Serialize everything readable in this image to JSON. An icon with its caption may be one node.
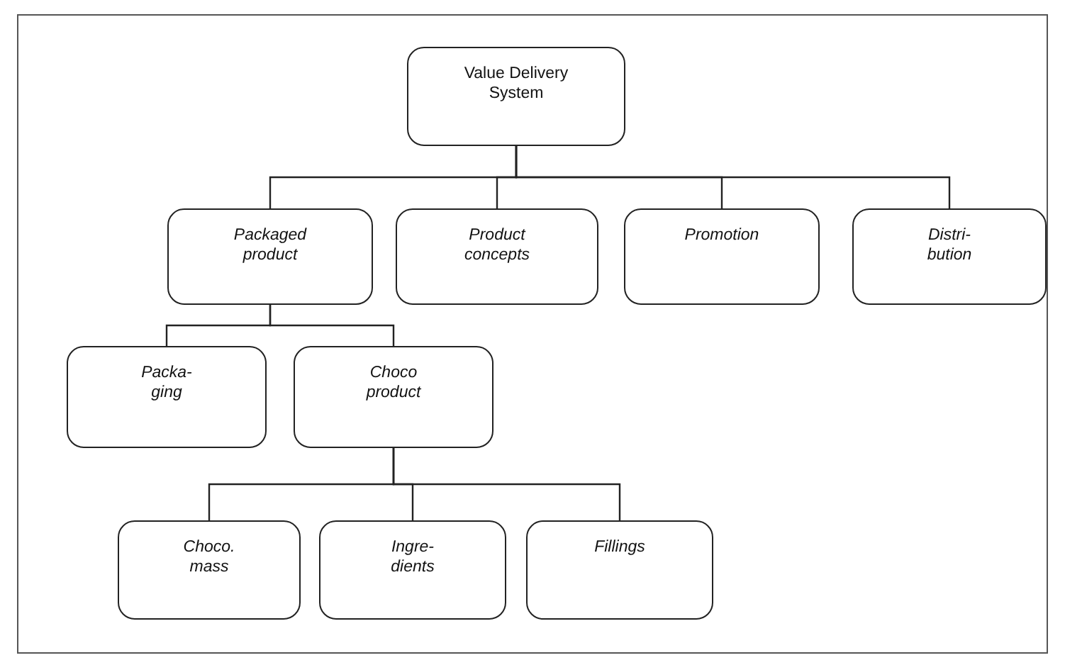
{
  "diagram": {
    "nodes": [
      {
        "text": [
          "Value Delivery System"
        ]
      },
      {
        "text": [
          "Packaged product"
        ]
      },
      {
        "text": [
          "Product concepts"
        ]
      },
      {
        "text": [
          "Promotion"
        ]
      },
      {
        "text": [
          "Distri- bution"
        ]
      },
      {
        "text": [
          "Packa- ging"
        ]
      },
      {
        "text": [
          "Choco product"
        ]
      },
      {
        "text": [
          "Choco. mass"
        ]
      },
      {
        "text": [
          "Ingre- dients"
        ]
      },
      {
        "text": [
          "Fillings"
        ]
      }
    ],
    "edges": [
      {
        "from": 0,
        "to": 1,
        "arrow": "none"
      },
      {
        "from": 0,
        "to": 2,
        "arrow": "none"
      },
      {
        "from": 0,
        "to": 3,
        "arrow": "none"
      },
      {
        "from": 0,
        "to": 4,
        "arrow": "none"
      },
      {
        "from": 1,
        "to": 5,
        "arrow": "none"
      },
      {
        "from": 1,
        "to": 6,
        "arrow": "none"
      },
      {
        "from": 6,
        "to": 7,
        "arrow": "none"
      },
      {
        "from": 6,
        "to": 8,
        "arrow": "none"
      },
      {
        "from": 6,
        "to": 9,
        "arrow": "none"
      }
    ]
  }
}
